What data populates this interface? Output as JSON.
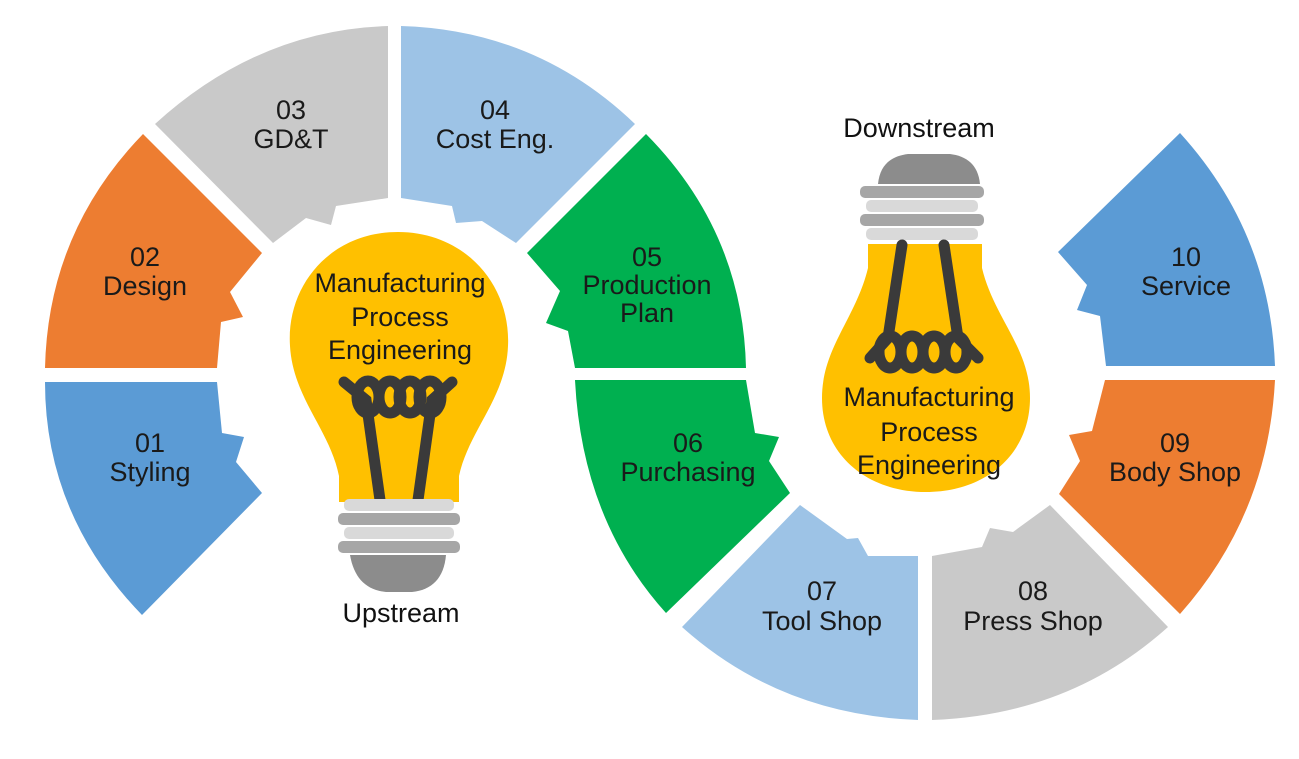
{
  "colors": {
    "blue": "#5b9bd5",
    "orange": "#ed7d31",
    "gray": "#c9c9c9",
    "light_blue": "#9dc3e6",
    "green": "#00b050",
    "bulb_yellow": "#ffc000",
    "filament": "#3a3a3a",
    "socket_gray": "#a6a6a6"
  },
  "segments": [
    {
      "number": "01",
      "label": "Styling",
      "color": "blue"
    },
    {
      "number": "02",
      "label": "Design",
      "color": "orange"
    },
    {
      "number": "03",
      "label": "GD&T",
      "color": "gray"
    },
    {
      "number": "04",
      "label": "Cost Eng.",
      "color": "light_blue"
    },
    {
      "number": "05",
      "label": "Production",
      "label2": "Plan",
      "color": "green"
    },
    {
      "number": "06",
      "label": "Purchasing",
      "color": "green"
    },
    {
      "number": "07",
      "label": "Tool Shop",
      "color": "light_blue"
    },
    {
      "number": "08",
      "label": "Press Shop",
      "color": "gray"
    },
    {
      "number": "09",
      "label": "Body Shop",
      "color": "orange"
    },
    {
      "number": "10",
      "label": "Service",
      "color": "blue"
    }
  ],
  "left_hub": {
    "title_lines": [
      "Manufacturing",
      "Process",
      "Engineering"
    ],
    "stream_label": "Upstream",
    "icon": "light-bulb-icon"
  },
  "right_hub": {
    "title_lines": [
      "Manufacturing",
      "Process",
      "Engineering"
    ],
    "stream_label": "Downstream",
    "icon": "light-bulb-icon"
  }
}
